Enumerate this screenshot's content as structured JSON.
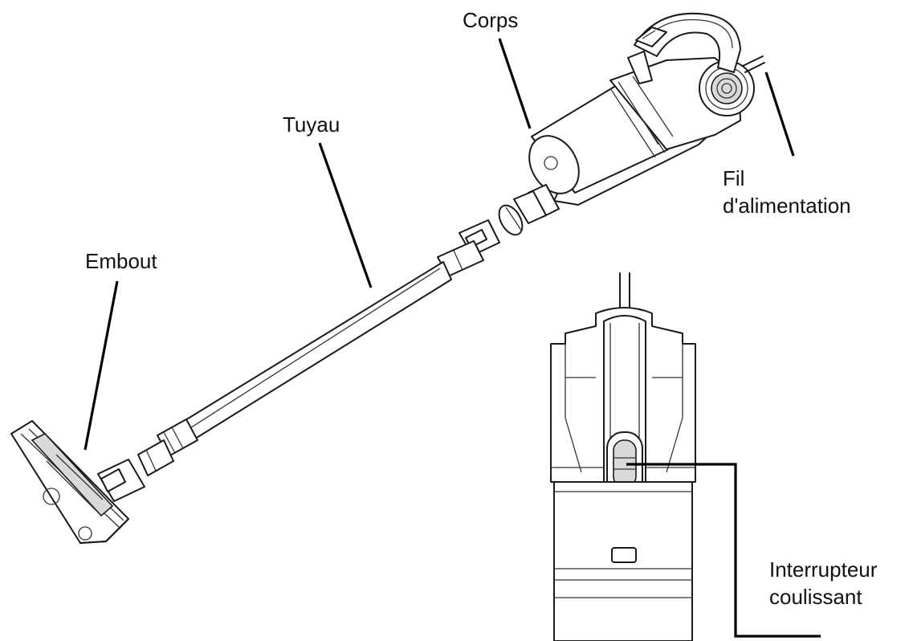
{
  "labels": {
    "corps": "Corps",
    "tuyau": "Tuyau",
    "fil_line1": "Fil",
    "fil_line2": "d'alimentation",
    "embout": "Embout",
    "interrupteur_line1": "Interrupteur",
    "interrupteur_line2": "coulissant"
  },
  "colors": {
    "line": "#1a1a1a",
    "background": "#ffffff"
  }
}
